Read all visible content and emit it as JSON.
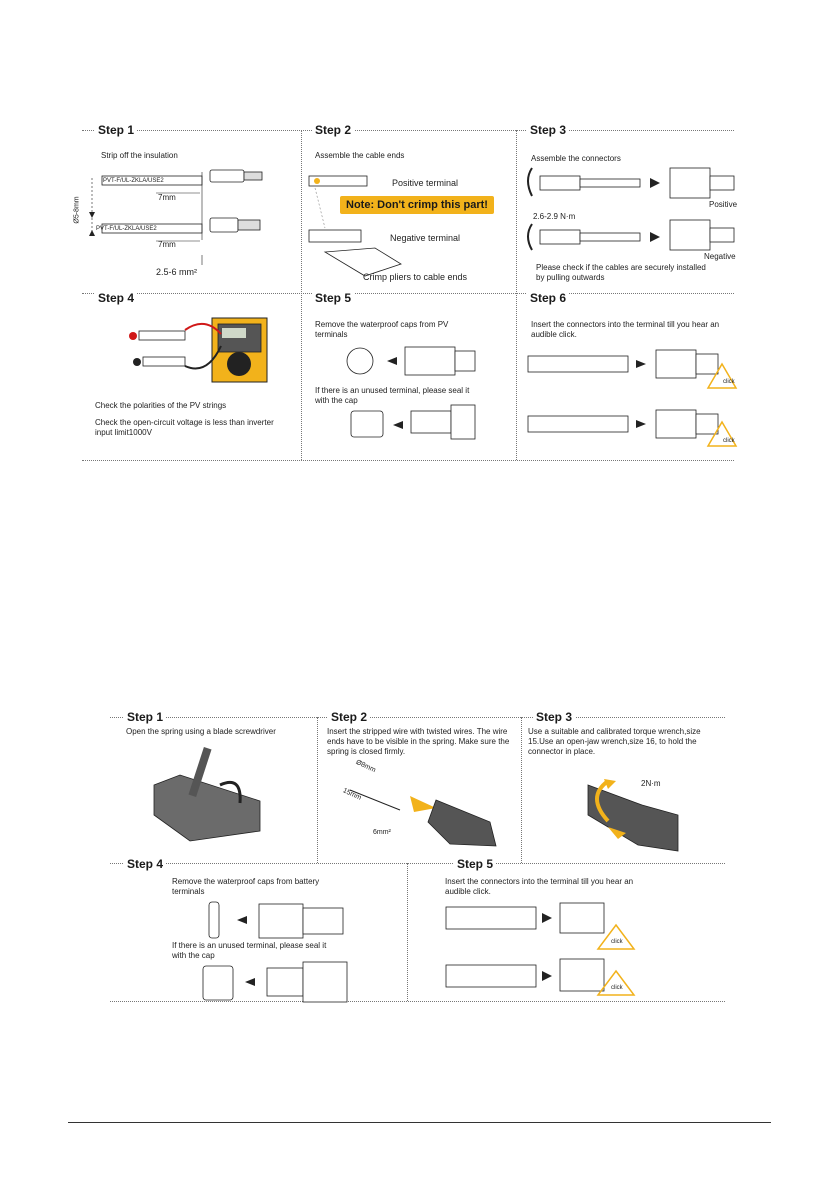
{
  "pv": {
    "step1": {
      "title": "Step 1",
      "text": "Strip off the insulation",
      "cable_label": "PVT-F/UL-ZKLA/USE2",
      "len1": "7mm",
      "len2": "7mm",
      "dia": "Ø5-8mm",
      "area": "2.5-6 mm²"
    },
    "step2": {
      "title": "Step 2",
      "text": "Assemble the cable ends",
      "positive": "Positive terminal",
      "note": "Note: Don't crimp this part!",
      "negative": "Negative terminal",
      "pliers": "Crimp pliers to cable ends"
    },
    "step3": {
      "title": "Step 3",
      "text": "Assemble the connectors",
      "torque": "2.6-2.9 N·m",
      "positive": "Positive",
      "negative": "Negative",
      "check": "Please check if the cables are securely installed by pulling outwards"
    },
    "step4": {
      "title": "Step 4",
      "check1": "Check the polarities of the PV strings",
      "check2": "Check the open-circuit voltage is less than inverter input limit1000V"
    },
    "step5": {
      "title": "Step 5",
      "text1": "Remove the waterproof caps from PV terminals",
      "text2": "If there is an unused terminal, please seal it with the cap"
    },
    "step6": {
      "title": "Step 6",
      "text": "Insert the connectors into the terminal till you hear an audible click.",
      "click1": "click",
      "click2": "click"
    }
  },
  "battery": {
    "step1": {
      "title": "Step 1",
      "text": "Open the spring using a blade screwdriver"
    },
    "step2": {
      "title": "Step 2",
      "text": "Insert the stripped wire with twisted  wires. The wire ends have to be visible in the spring. Make sure the spring is closed firmly.",
      "d1": "Ø8mm",
      "d2": "15mm",
      "d3": "6mm²"
    },
    "step3": {
      "title": "Step 3",
      "text": "Use a suitable and calibrated torque wrench,size 15.Use an open-jaw wrench,size 16, to hold the connector in place.",
      "torque": "2N·m"
    },
    "step4": {
      "title": "Step 4",
      "text1": "Remove the waterproof caps from battery terminals",
      "text2": "If there is an unused terminal, please seal it with the cap"
    },
    "step5": {
      "title": "Step 5",
      "text": "Insert the connectors into the terminal till you hear an audible click.",
      "click1": "click",
      "click2": "click"
    }
  },
  "colors": {
    "accent": "#f2b21b",
    "dark": "#222222"
  }
}
